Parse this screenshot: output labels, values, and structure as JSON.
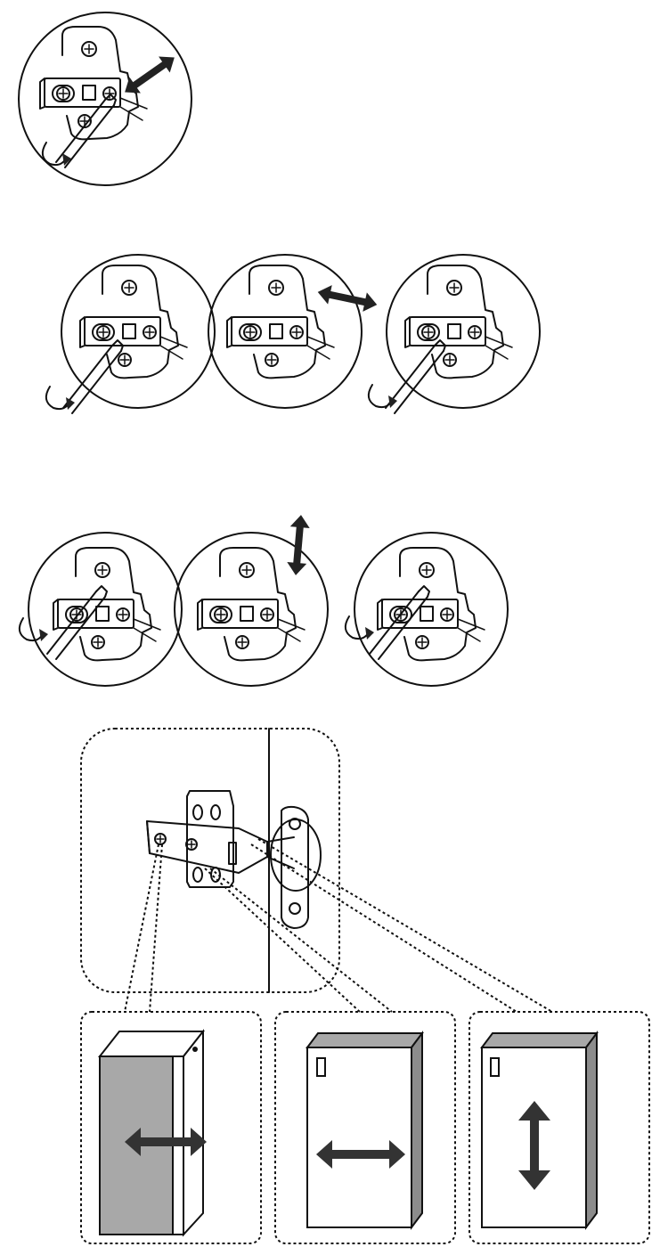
{
  "colors": {
    "ink": "#111111",
    "arrow": "#333333",
    "door_shade": "#a8a8a8",
    "door_side": "#8c8c8c",
    "paper": "#ffffff"
  },
  "steps": [
    {
      "id": "depth",
      "icons": [
        "hinge-detail",
        "screwdriver-icon",
        "rotate-arrow-icon",
        "diagonal-double-arrow-icon"
      ]
    },
    {
      "id": "side",
      "icons": [
        "hinge-detail",
        "screwdriver-icon",
        "rotate-arrow-icon",
        "horizontal-double-arrow-icon"
      ]
    },
    {
      "id": "height",
      "icons": [
        "hinge-detail",
        "screwdriver-icon",
        "rotate-arrow-icon",
        "vertical-double-arrow-icon"
      ]
    }
  ],
  "panels": [
    {
      "id": "depth-adjust-panel",
      "arrow": "horizontal",
      "door": "shaded-side-view"
    },
    {
      "id": "side-adjust-panel",
      "arrow": "horizontal",
      "door": "front-view"
    },
    {
      "id": "height-adjust-panel",
      "arrow": "vertical",
      "door": "front-view"
    }
  ]
}
